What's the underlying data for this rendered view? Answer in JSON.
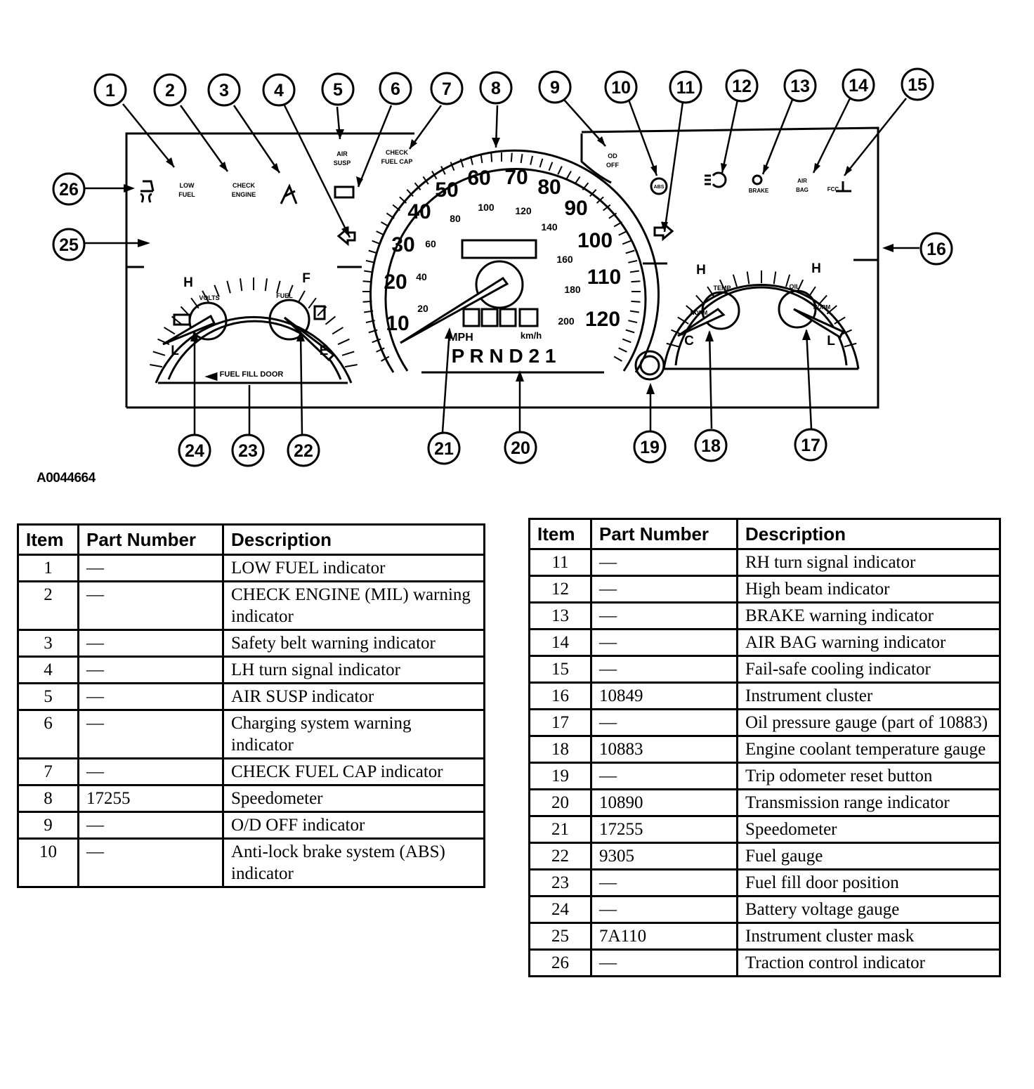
{
  "figure_id": "A0044664",
  "callouts": [
    "1",
    "2",
    "3",
    "4",
    "5",
    "6",
    "7",
    "8",
    "9",
    "10",
    "11",
    "12",
    "13",
    "14",
    "15",
    "16",
    "17",
    "18",
    "19",
    "20",
    "21",
    "22",
    "23",
    "24",
    "25",
    "26"
  ],
  "cluster_labels": {
    "low_fuel": [
      "LOW",
      "FUEL"
    ],
    "check_engine": [
      "CHECK",
      "ENGINE"
    ],
    "air_susp": [
      "AIR",
      "SUSP"
    ],
    "check_fuel_cap": [
      "CHECK",
      "FUEL CAP"
    ],
    "od_off": [
      "OD",
      "OFF"
    ],
    "abs": "ABS",
    "brake": "BRAKE",
    "air_bag": [
      "AIR",
      "BAG"
    ],
    "fail_safe": "FCC",
    "fuel_fill_door": "FUEL FILL DOOR",
    "volts": "VOLTS",
    "fuel": "FUEL",
    "temp": "TEMP",
    "oil": "OIL",
    "normal": "NORM",
    "gauge_marks": {
      "h": "H",
      "l": "L",
      "f": "F",
      "e": "E",
      "c": "C"
    },
    "mph_unit": "MPH",
    "kmh_unit": "km/h",
    "prnd": "P R N D 2 1",
    "mph_scale": [
      "10",
      "20",
      "30",
      "40",
      "50",
      "60",
      "70",
      "80",
      "90",
      "100",
      "110",
      "120"
    ],
    "kmh_scale": [
      "20",
      "40",
      "60",
      "80",
      "100",
      "120",
      "140",
      "160",
      "180",
      "200"
    ]
  },
  "tables": {
    "headers": {
      "item": "Item",
      "part": "Part Number",
      "desc": "Description"
    },
    "left": [
      {
        "item": "1",
        "part": "—",
        "desc": "LOW FUEL indicator"
      },
      {
        "item": "2",
        "part": "—",
        "desc": "CHECK ENGINE (MIL) warning indicator"
      },
      {
        "item": "3",
        "part": "—",
        "desc": "Safety belt warning indicator"
      },
      {
        "item": "4",
        "part": "—",
        "desc": "LH turn signal indicator"
      },
      {
        "item": "5",
        "part": "—",
        "desc": "AIR SUSP indicator"
      },
      {
        "item": "6",
        "part": "—",
        "desc": "Charging system warning indicator"
      },
      {
        "item": "7",
        "part": "—",
        "desc": "CHECK FUEL CAP indicator"
      },
      {
        "item": "8",
        "part": "17255",
        "desc": "Speedometer"
      },
      {
        "item": "9",
        "part": "—",
        "desc": "O/D OFF indicator"
      },
      {
        "item": "10",
        "part": "—",
        "desc": "Anti-lock brake system (ABS) indicator"
      }
    ],
    "right": [
      {
        "item": "11",
        "part": "—",
        "desc": "RH turn signal indicator"
      },
      {
        "item": "12",
        "part": "—",
        "desc": "High beam indicator"
      },
      {
        "item": "13",
        "part": "—",
        "desc": "BRAKE warning indicator"
      },
      {
        "item": "14",
        "part": "—",
        "desc": "AIR BAG warning indicator"
      },
      {
        "item": "15",
        "part": "—",
        "desc": "Fail-safe cooling indicator"
      },
      {
        "item": "16",
        "part": "10849",
        "desc": "Instrument cluster"
      },
      {
        "item": "17",
        "part": "—",
        "desc": "Oil pressure gauge (part of 10883)"
      },
      {
        "item": "18",
        "part": "10883",
        "desc": "Engine coolant temperature gauge"
      },
      {
        "item": "19",
        "part": "—",
        "desc": "Trip odometer reset button"
      },
      {
        "item": "20",
        "part": "10890",
        "desc": "Transmission range indicator"
      },
      {
        "item": "21",
        "part": "17255",
        "desc": "Speedometer"
      },
      {
        "item": "22",
        "part": "9305",
        "desc": "Fuel gauge"
      },
      {
        "item": "23",
        "part": "—",
        "desc": "Fuel fill door position"
      },
      {
        "item": "24",
        "part": "—",
        "desc": "Battery voltage gauge"
      },
      {
        "item": "25",
        "part": "7A110",
        "desc": "Instrument cluster mask"
      },
      {
        "item": "26",
        "part": "—",
        "desc": "Traction control indicator"
      }
    ]
  }
}
